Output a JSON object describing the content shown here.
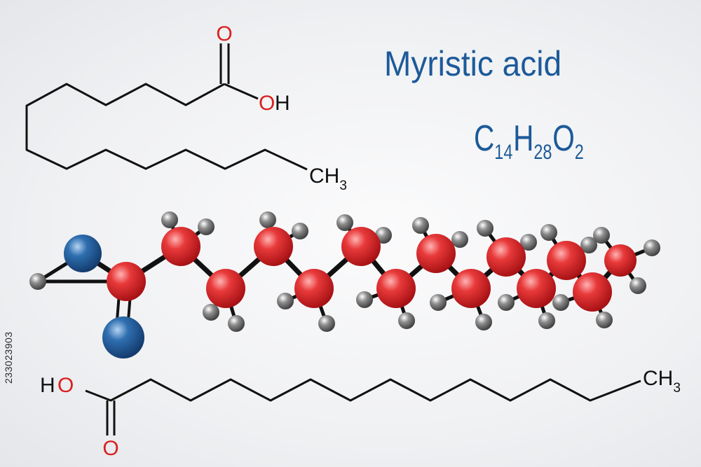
{
  "title": "Myristic acid",
  "formula": {
    "c": "C",
    "c_count": "14",
    "h": "H",
    "h_count": "28",
    "o": "O",
    "o_count": "2"
  },
  "labels": {
    "oxygen": "O",
    "hydroxyl_top": "OH",
    "hydroxyl_bottom": "HO",
    "methyl_carbon": "CH",
    "methyl_count": "3"
  },
  "stock_id": "233023903",
  "colors": {
    "title": "#1c5a99",
    "oxygen_label": "#d9201e",
    "carbon_atom": "#e0322f",
    "oxygen_atom": "#2a6aa8",
    "hydrogen_atom": "#6e6e6e",
    "bond": "#111111"
  }
}
